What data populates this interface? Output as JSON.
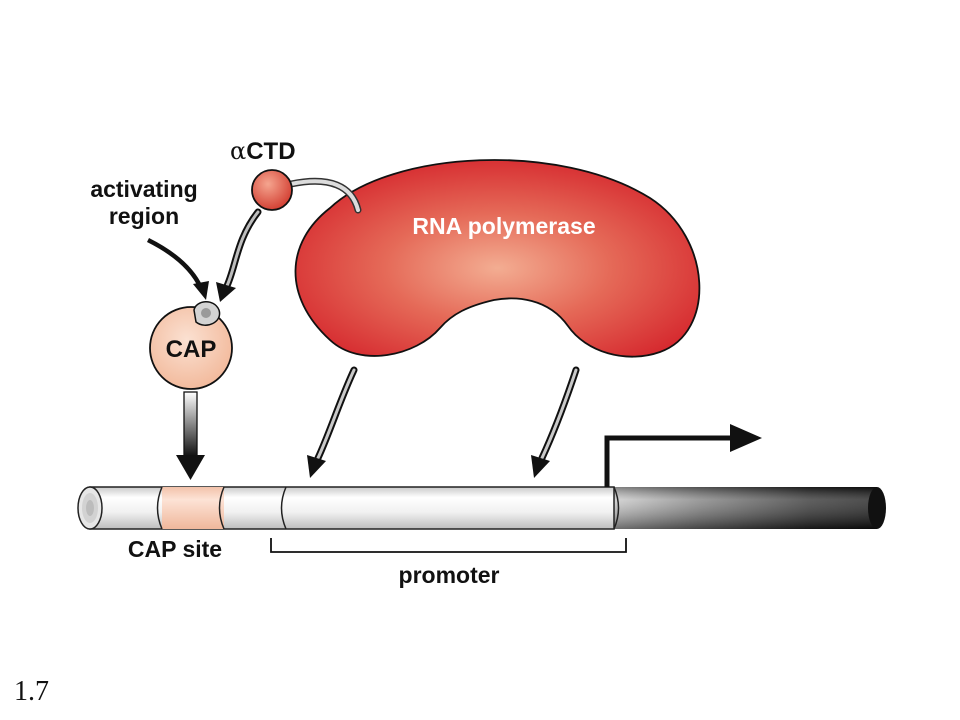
{
  "labels": {
    "alpha_ctd_greek": "α",
    "alpha_ctd_text": "CTD",
    "activating_line1": "activating",
    "activating_line2": "region",
    "cap": "CAP",
    "rna_polymerase": "RNA polymerase",
    "cap_site": "CAP site",
    "promoter": "promoter"
  },
  "figure_number": "1.7",
  "colors": {
    "polymerase_center": "#f2a183",
    "polymerase_edge": "#d8242a",
    "ctd_ball": "#d84a36",
    "cap_fill": "#f6c3a6",
    "cap_site_band": "#fbd5c1",
    "dna_gradient_dark": "#1a1a1a"
  }
}
